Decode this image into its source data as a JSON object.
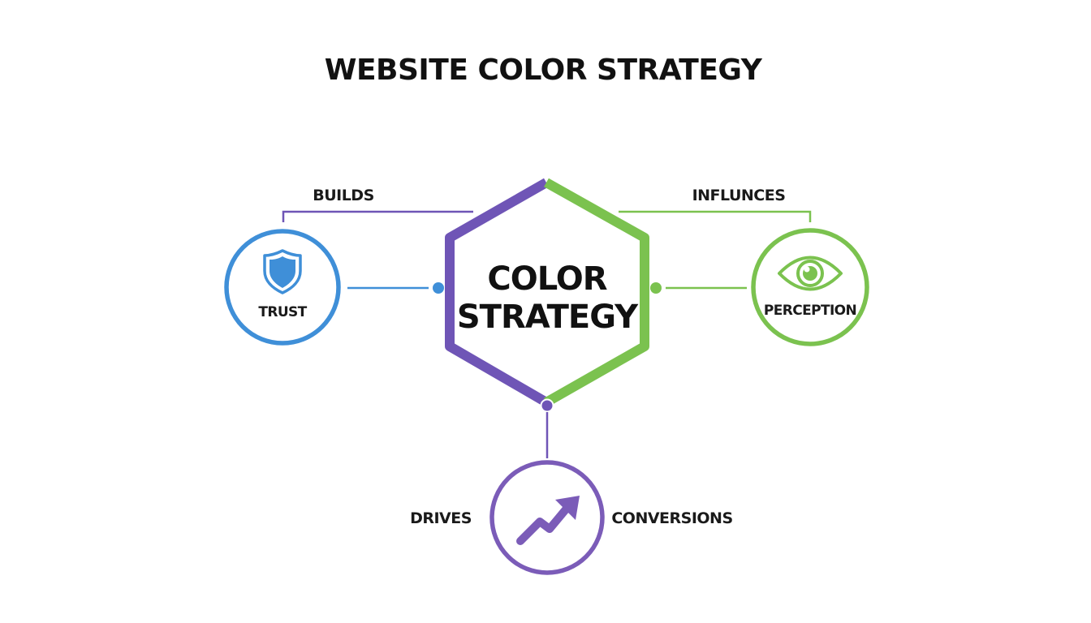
{
  "title": "WEBSITE COLOR STRATEGY",
  "center": {
    "line1": "COLOR",
    "line2": "STRATEGY"
  },
  "nodes": {
    "trust": {
      "label": "TRUST",
      "icon": "shield-icon",
      "color": "#3f8fd8"
    },
    "perception": {
      "label": "PERCEPTION",
      "icon": "eye-icon",
      "color": "#7bc24f"
    },
    "conversions": {
      "icon": "trending-up-arrow-icon",
      "color": "#7b5cb8"
    }
  },
  "connectors": {
    "builds": "BUILDS",
    "influnces": "INFLUNCES",
    "drives": "DRIVES",
    "conversions": "CONVERSIONS"
  },
  "colors": {
    "purple": "#6f55b6",
    "green": "#7bc24f",
    "blue": "#3f8fd8",
    "text": "#111111"
  }
}
